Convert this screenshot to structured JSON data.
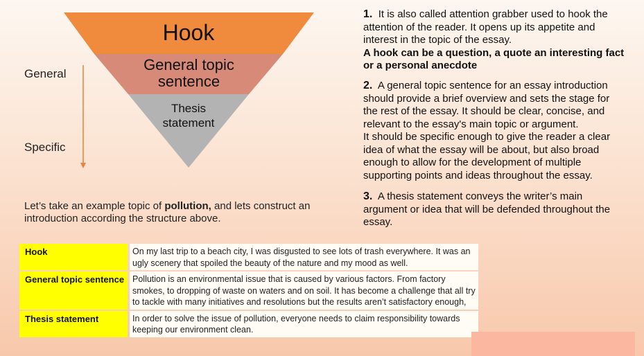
{
  "funnel": {
    "hook": "Hook",
    "general_topic": "General topic sentence",
    "thesis": "Thesis statement",
    "general_label": "General",
    "specific_label": "Specific",
    "colors": {
      "hook": "#f08a3c",
      "general_topic": "#d88a78",
      "thesis": "#b3b3b3",
      "arrow": "#e9823a"
    }
  },
  "points": [
    {
      "num": "1.",
      "text": "It is also called attention grabber used to hook the attention of the reader. It opens up its appetite and interest in the topic of the essay.",
      "bold": "A hook can be a question, a quote an interesting fact  or a personal anecdote"
    },
    {
      "num": "2.",
      "text": "A general topic sentence for an essay introduction should provide a brief overview and sets the stage for the rest of the essay. It should be clear, concise, and relevant to the essay's main topic or argument.",
      "text2": "It should be specific enough to give the reader a clear idea of what the essay will be about, but also broad enough to allow for the development of multiple supporting points and ideas throughout the essay."
    },
    {
      "num": "3.",
      "text": "A thesis statement conveys the writer’s main argument or idea that will be defended throughout the essay."
    }
  ],
  "intro": {
    "before": "Let’s take an example topic of ",
    "topic": "pollution,",
    "after": " and lets construct an introduction according the structure above."
  },
  "example": [
    {
      "label": "Hook",
      "text": "On my last trip to a beach city, I was disgusted to see lots of trash everywhere. It was an ugly scenery that spoiled the beauty of the nature and my mood as well."
    },
    {
      "label": "General topic sentence",
      "text": "Pollution is an environmental issue that is caused by various factors. From factory smokes, to dropping of waste on waters and on soil. It has become a challenge that all try to tackle with many initiatives and resolutions but the results aren’t satisfactory enough,"
    },
    {
      "label": "Thesis statement",
      "text": "In order to solve the issue of pollution, everyone needs to claim responsibility towards keeping our environment clean."
    }
  ]
}
